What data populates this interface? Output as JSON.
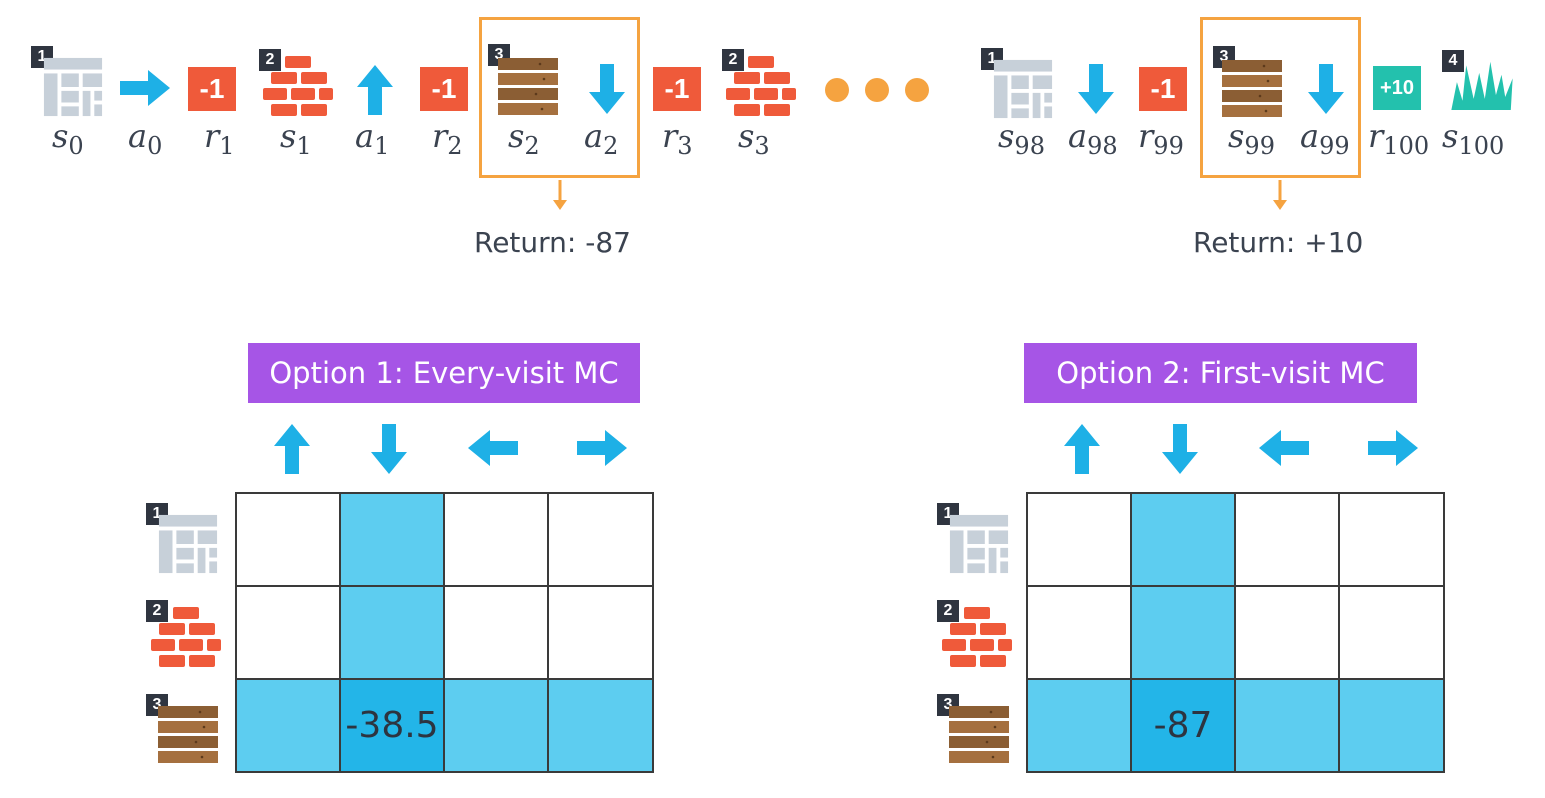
{
  "trajectory": {
    "left": {
      "state_badges": [
        "1",
        "2",
        "3",
        "2"
      ],
      "rewards": [
        "-1",
        "-1",
        "-1"
      ],
      "symbols": {
        "s0": {
          "base": "s",
          "sub": "0"
        },
        "a0": {
          "base": "a",
          "sub": "0"
        },
        "r1": {
          "base": "r",
          "sub": "1"
        },
        "s1": {
          "base": "s",
          "sub": "1"
        },
        "a1": {
          "base": "a",
          "sub": "1"
        },
        "r2": {
          "base": "r",
          "sub": "2"
        },
        "s2": {
          "base": "s",
          "sub": "2"
        },
        "a2": {
          "base": "a",
          "sub": "2"
        },
        "r3": {
          "base": "r",
          "sub": "3"
        },
        "s3": {
          "base": "s",
          "sub": "3"
        }
      },
      "return_label": "Return: -87"
    },
    "right": {
      "state_badges": [
        "1",
        "3",
        "4"
      ],
      "rewards": [
        "-1",
        "+10"
      ],
      "symbols": {
        "s98": {
          "base": "s",
          "sub": "98"
        },
        "a98": {
          "base": "a",
          "sub": "98"
        },
        "r99": {
          "base": "r",
          "sub": "99"
        },
        "s99": {
          "base": "s",
          "sub": "99"
        },
        "a99": {
          "base": "a",
          "sub": "99"
        },
        "r100": {
          "base": "r",
          "sub": "100"
        },
        "s100": {
          "base": "s",
          "sub": "100"
        }
      },
      "return_label": "Return: +10"
    }
  },
  "tables": [
    {
      "title": "Option 1: Every-visit MC",
      "row_badges": [
        "1",
        "2",
        "3"
      ],
      "highlight_value": "-38.5"
    },
    {
      "title": "Option 2: First-visit MC",
      "row_badges": [
        "1",
        "2",
        "3"
      ],
      "highlight_value": "-87"
    }
  ],
  "colors": {
    "arrow": "#1eb0e6",
    "reward_negative": "#ef5a3a",
    "reward_positive": "#23c1ad",
    "highlight_frame": "#f5a340",
    "title_bg": "#a655e6",
    "cell_light": "#5dcdf0",
    "cell_dark": "#23b5e8",
    "dots": "#f5a340"
  },
  "icons": {
    "state_1": "building-icon",
    "state_2": "brick-wall-icon",
    "state_3": "wood-planks-icon",
    "state_4": "grass-icon",
    "actions": [
      "arrow-up-icon",
      "arrow-down-icon",
      "arrow-left-icon",
      "arrow-right-icon"
    ]
  }
}
